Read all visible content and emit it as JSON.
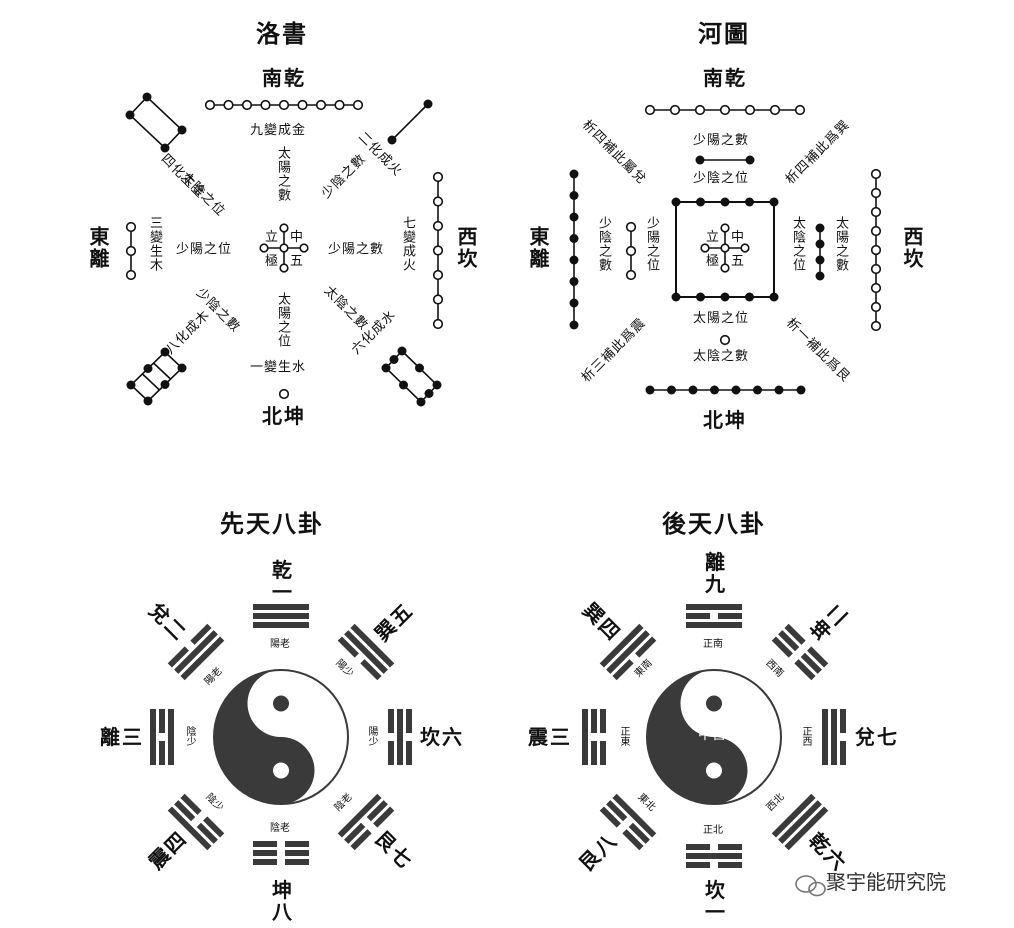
{
  "luoshu": {
    "title": "洛書",
    "south": "南乾",
    "north": "北坤",
    "east": "東離",
    "west": "西坎",
    "nine": "九變成金",
    "one": "一變生水",
    "three": "三變生木",
    "seven": "七變成火",
    "four": "四化生金",
    "two": "二化成火",
    "eight": "八化成木",
    "six": "六化成水",
    "taiyin_pos": "太陰之位",
    "shaoyin_num_ne": "少陰之數",
    "taiyang_num": "太陽之數",
    "taiyang_pos": "太陽之位",
    "shaoyang_pos": "少陽之位",
    "shaoyang_num": "少陽之數",
    "shaoyin_num_sw": "少陰之數",
    "taiyin_num": "太陰之數",
    "center": [
      "立",
      "中",
      "極",
      "五"
    ]
  },
  "hetu": {
    "title": "河圖",
    "south": "南乾",
    "north": "北坤",
    "east": "東離",
    "west": "西坎",
    "nw": "析四補此屬兌",
    "ne": "析四補此爲巽",
    "sw": "析三補此爲震",
    "se": "析一補此爲艮",
    "shaoyang_num": "少陽之數",
    "shaoyin_pos": "少陰之位",
    "taiyang_pos": "太陽之位",
    "taiyin_num": "太陰之數",
    "shaoyin_num_l": "少陰之數",
    "shaoyang_pos_l": "少陽之位",
    "taiyin_pos_r": "太陰之位",
    "taiyang_num_r": "太陽之數",
    "center": [
      "立",
      "中",
      "極",
      "五"
    ]
  },
  "xiantian": {
    "title": "先天八卦",
    "top": [
      "乾",
      "一"
    ],
    "ne": "巽五",
    "east": "坎六",
    "se": "艮七",
    "bottom": [
      "坤",
      "八"
    ],
    "sw": "震四",
    "west": "離三",
    "nw": "兌二",
    "inner": {
      "n": "陽老",
      "ne": "陽少",
      "e": "陽少",
      "se": "陰老",
      "s": "陰老",
      "sw": "陰少",
      "w": "陰少",
      "nw": "陽老"
    }
  },
  "houtian": {
    "title": "後天八卦",
    "top": [
      "離",
      "九"
    ],
    "ne": "坤二",
    "east": "兌七",
    "se": "乾六",
    "bottom": [
      "坎",
      "一"
    ],
    "sw": "艮八",
    "west": "震三",
    "nw": "巽四",
    "center": "中宮",
    "inner": {
      "n": "正南",
      "ne": "西南",
      "e": "正西",
      "se": "西北",
      "s": "正北",
      "sw": "東北",
      "w": "正東",
      "nw": "東南"
    }
  },
  "watermark": "聚宇能研究院",
  "colors": {
    "ink": "#111111",
    "yinyang": "#3a3a3a"
  }
}
